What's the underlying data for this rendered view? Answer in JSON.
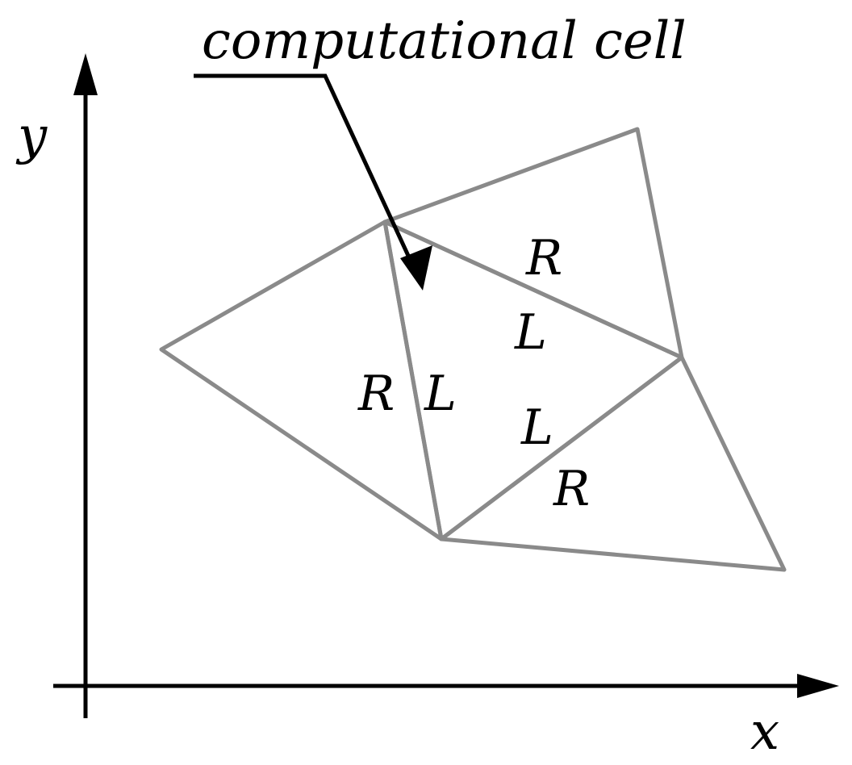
{
  "annotation": {
    "text": "computational cell"
  },
  "axes": {
    "x_label": "x",
    "y_label": "y"
  },
  "edge_labels": {
    "upper_R": "R",
    "upper_L": "L",
    "left_R": "R",
    "left_L": "L",
    "lower_L": "L",
    "lower_R": "R"
  },
  "colors": {
    "mesh": "#8a8a8a",
    "axes": "#000000",
    "text": "#000000"
  }
}
